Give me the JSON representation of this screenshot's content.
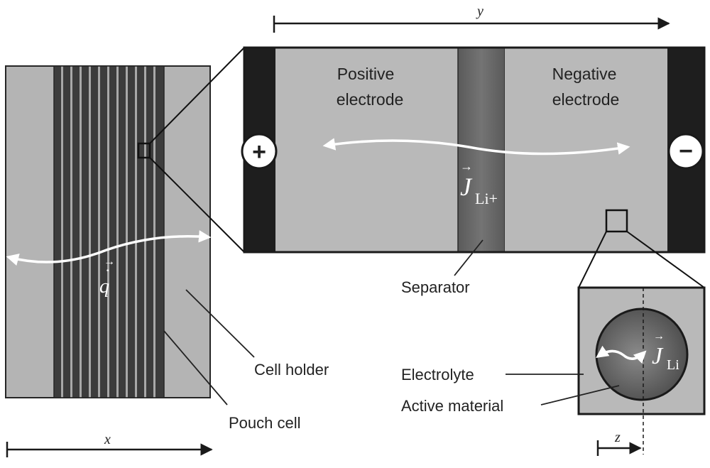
{
  "labels": {
    "axis_y": "y",
    "axis_x": "x",
    "axis_z": "z",
    "positive_electrode_line1": "Positive",
    "positive_electrode_line2": "electrode",
    "negative_electrode_line1": "Negative",
    "negative_electrode_line2": "electrode",
    "separator": "Separator",
    "cell_holder": "Cell holder",
    "pouch_cell": "Pouch cell",
    "electrolyte": "Electrolyte",
    "active_material": "Active material",
    "plus_sign": "+",
    "minus_sign": "−",
    "heat_flux_symbol": "q",
    "heat_flux_dot": "·",
    "arrow_over": "→",
    "li_ion_flux_symbol": "J",
    "li_ion_flux_subscript": "Li+",
    "li_flux_symbol": "J",
    "li_flux_subscript": "Li"
  },
  "colors": {
    "holder_gray": "#b4b4b4",
    "pouch_dark": "#3c3c3c",
    "pouch_light": "#a8a8a8",
    "electrode_gray": "#b9b9b9",
    "separator_gray": "#666666",
    "collector_black": "#1e1e1e",
    "particle_dark": "#555555",
    "outline": "#262626",
    "arrow_white": "#ffffff"
  }
}
